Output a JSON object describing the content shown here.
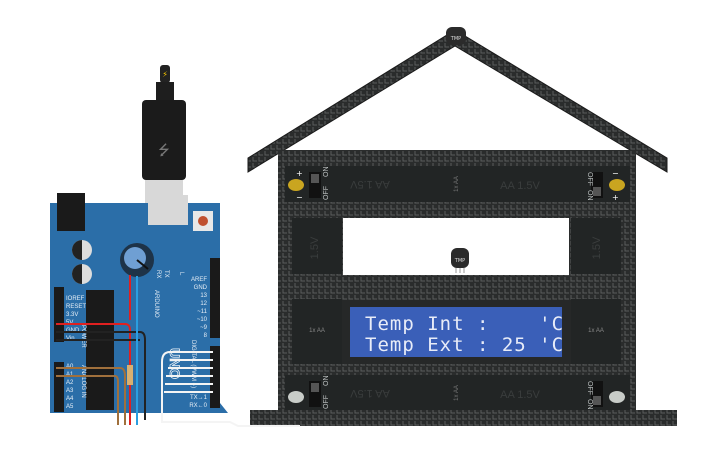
{
  "house": {
    "roof_sensor_label": "TMP",
    "window_sensor_label": "TMP",
    "top_battery": {
      "left_label": "AA 1.5V",
      "center_label": "1x AA",
      "right_label": "AA 1.5V"
    },
    "bottom_battery": {
      "left_label": "AA 1.5V",
      "center_label": "1x AA",
      "right_label": "AA 1.5V"
    },
    "side_battery_labels": [
      "1.5V",
      "1.5V"
    ],
    "side_pack_labels": [
      "1x AA",
      "1x AA"
    ],
    "switch_off": "OFF",
    "switch_on": "ON",
    "plus": "+",
    "minus": "−",
    "led_top_color": "#c9a520",
    "led_bottom_color": "#c8ccc8"
  },
  "lcd": {
    "line1": "Temp Int :    'C",
    "line2": "Temp Ext : 25 'C",
    "background": "#3a5fb8"
  },
  "arduino": {
    "brand": "ARDUINO",
    "uno": "UNO",
    "power_label": "POWER",
    "analog_label": "ANALOG IN",
    "digital_label": "DIGITAL (PWM ~)",
    "power_pins": [
      "IOREF",
      "RESET",
      "3.3V",
      "5V",
      "GND",
      "GND",
      "Vin"
    ],
    "analog_pins": [
      "A0",
      "A1",
      "A2",
      "A3",
      "A4",
      "A5"
    ],
    "digital_pins_top": [
      "AREF",
      "GND",
      "13",
      "12",
      "~11",
      "~10",
      "~9",
      "8"
    ],
    "digital_pins_bottom": [
      "7",
      "~6",
      "~5",
      "4",
      "~3",
      "2",
      "TX→1",
      "RX←0"
    ],
    "leds": [
      "RX",
      "TX",
      "L"
    ],
    "board_color": "#2b6ea8"
  }
}
